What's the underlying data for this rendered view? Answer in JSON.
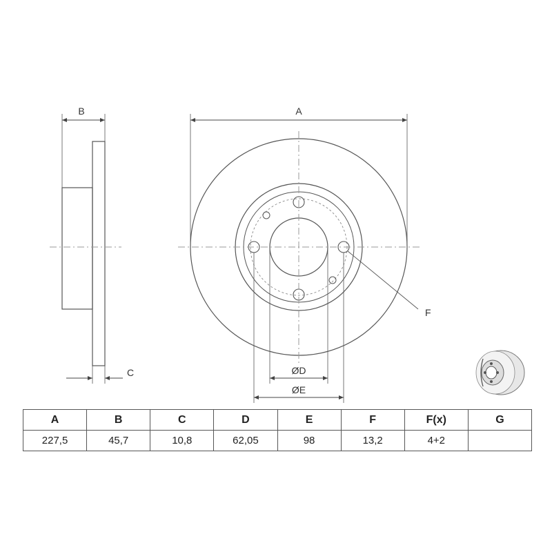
{
  "dimensions": {
    "A": "A",
    "B": "B",
    "C": "C",
    "D": "ØD",
    "E": "ØE",
    "F": "F"
  },
  "table": {
    "headers": [
      "A",
      "B",
      "C",
      "D",
      "E",
      "F",
      "F(x)",
      "G"
    ],
    "values": [
      "227,5",
      "45,7",
      "10,8",
      "62,05",
      "98",
      "13,2",
      "4+2",
      ""
    ]
  },
  "colors": {
    "line": "#444444",
    "centerline": "#888888"
  }
}
